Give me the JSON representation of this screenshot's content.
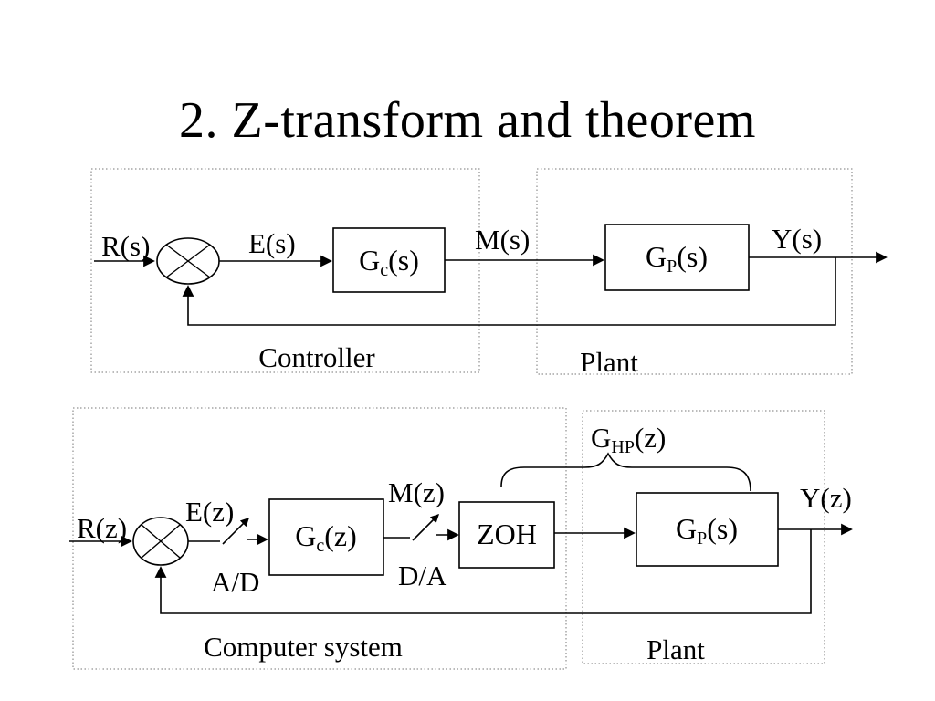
{
  "slide": {
    "title": "2. Z-transform and theorem"
  },
  "continuous_system": {
    "regions": {
      "controller": "Controller",
      "plant": "Plant"
    },
    "signals": {
      "reference": "R(s)",
      "error": "E(s)",
      "control": "M(s)",
      "output": "Y(s)"
    },
    "blocks": {
      "controller_tf": {
        "base": "G",
        "sub": "c",
        "arg": "(s)"
      },
      "plant_tf": {
        "base": "G",
        "sub": "P",
        "arg": "(s)"
      }
    }
  },
  "discrete_system": {
    "regions": {
      "computer": "Computer system",
      "plant": "Plant"
    },
    "signals": {
      "reference": "R(z)",
      "error": "E(z)",
      "control": "M(z)",
      "output": "Y(z)"
    },
    "converters": {
      "adc": "A/D",
      "dac": "D/A"
    },
    "blocks": {
      "controller_tf": {
        "base": "G",
        "sub": "c",
        "arg": "(z)"
      },
      "zoh": "ZOH",
      "plant_tf": {
        "base": "G",
        "sub": "P",
        "arg": "(s)"
      },
      "combined_tf": {
        "base": "G",
        "sub": "HP",
        "arg": "(z)"
      }
    }
  }
}
